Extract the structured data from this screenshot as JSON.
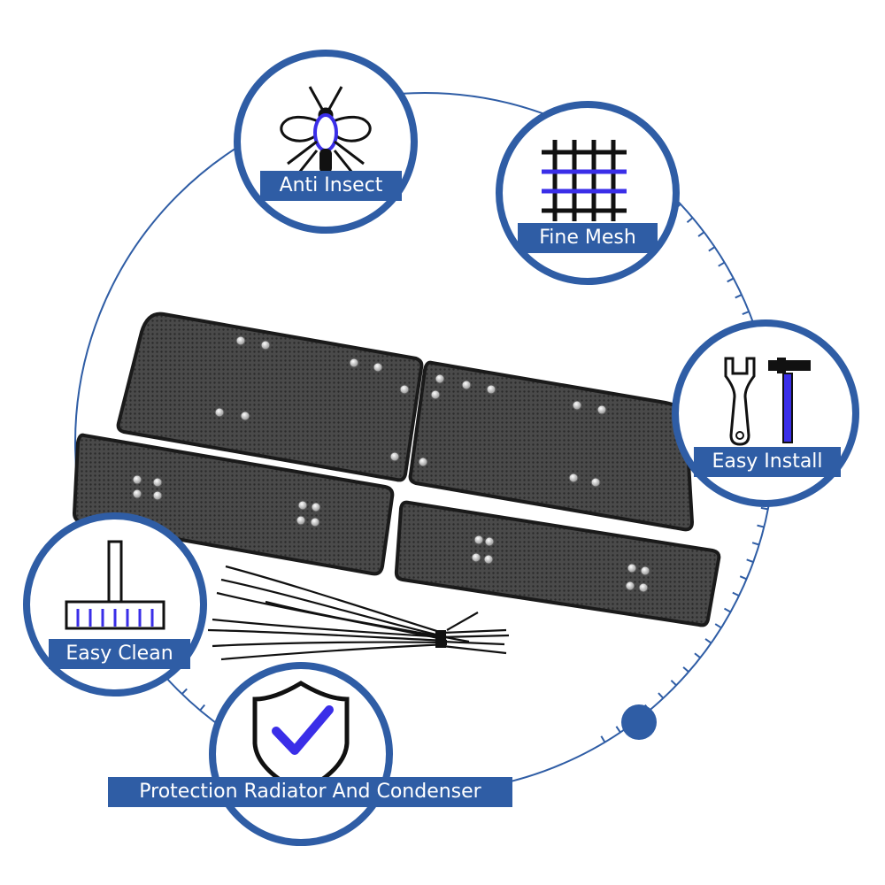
{
  "features": [
    {
      "label": "Anti Insect",
      "icon": "insect-icon"
    },
    {
      "label": "Fine Mesh",
      "icon": "mesh-grid-icon"
    },
    {
      "label": "Easy Install",
      "icon": "wrench-hammer-icon"
    },
    {
      "label": "Easy Clean",
      "icon": "brush-icon"
    },
    {
      "label": "Protection Radiator And Condenser",
      "icon": "shield-check-icon"
    }
  ],
  "colors": {
    "brand_blue": "#2f5da5",
    "accent_purple": "#3a2ee8",
    "mesh_dark": "#3c3c3c"
  }
}
